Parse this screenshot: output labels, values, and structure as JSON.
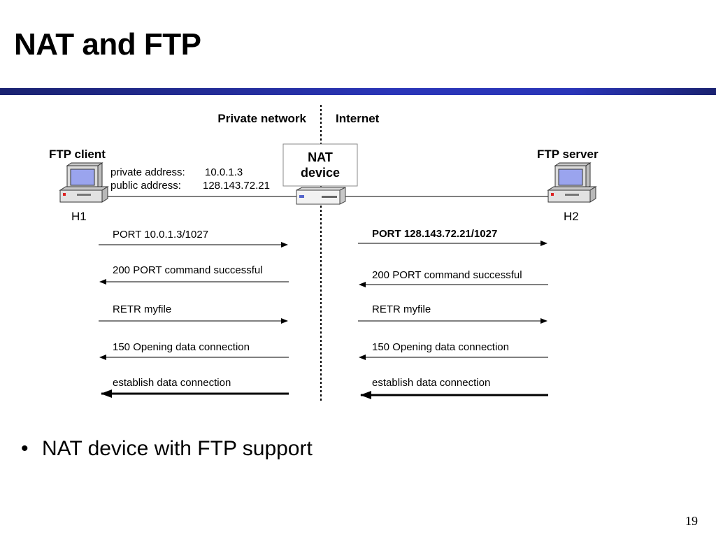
{
  "slide": {
    "title": "NAT and FTP",
    "bullet": "NAT device with FTP support",
    "page_number": "19"
  },
  "diagram": {
    "zones": {
      "left": "Private network",
      "right": "Internet"
    },
    "nat_box": {
      "line1": "NAT",
      "line2": "device"
    },
    "client": {
      "title": "FTP client",
      "host": "H1",
      "private_label": "private address:",
      "private_value": "10.0.1.3",
      "public_label": "public address:",
      "public_value": "128.143.72.21"
    },
    "server": {
      "title": "FTP server",
      "host": "H2"
    },
    "left_messages": [
      "PORT 10.0.1.3/1027",
      "200  PORT command successful",
      "RETR myfile",
      "150 Opening data connection",
      "establish data connection"
    ],
    "right_messages": [
      "PORT 128.143.72.21/1027",
      "200  PORT command successful",
      "RETR myfile",
      "150 Opening data connection",
      "establish data connection"
    ]
  }
}
